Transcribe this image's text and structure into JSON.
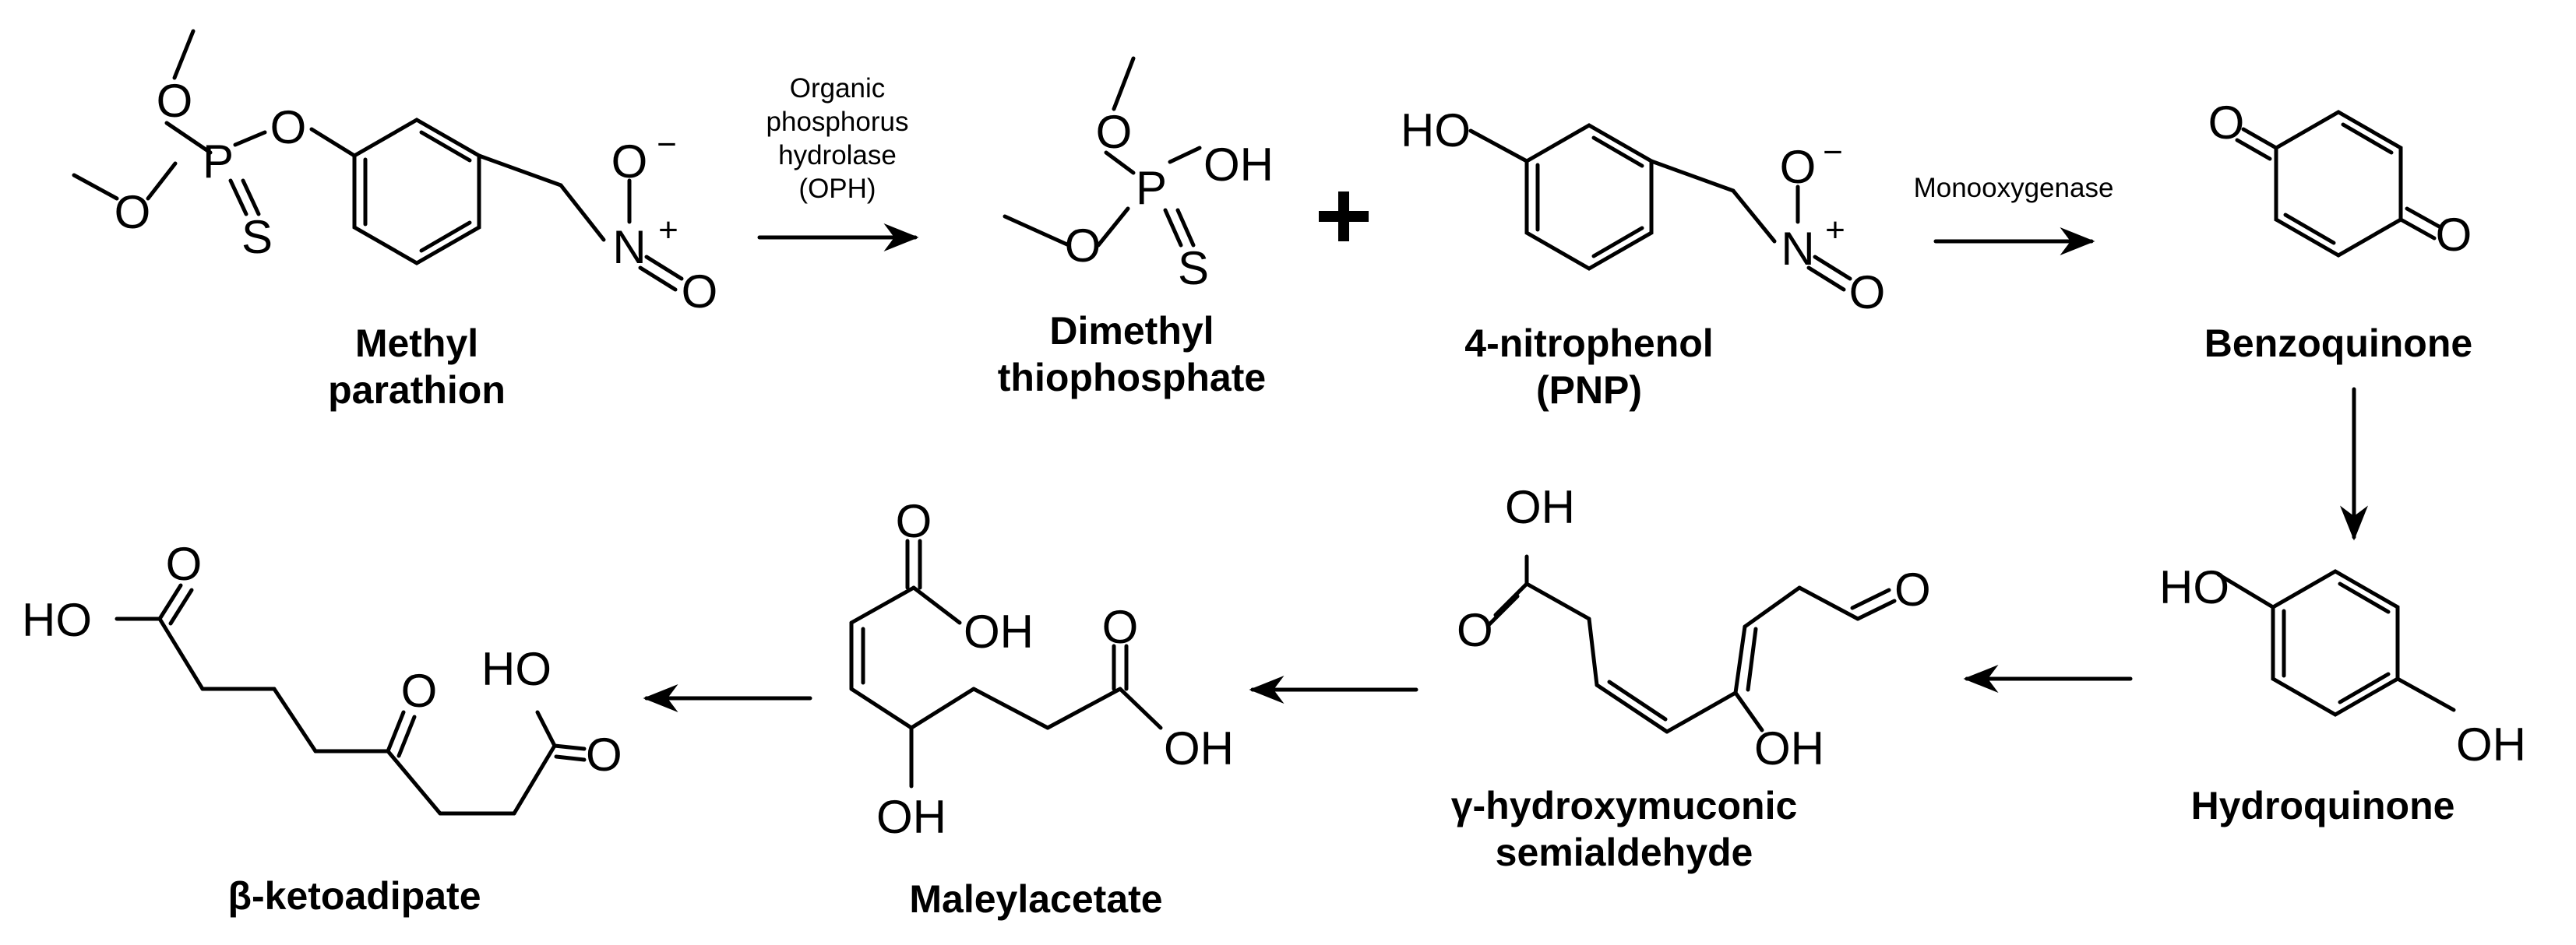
{
  "atoms": {
    "oxygen": "O",
    "phosphorus": "P",
    "sulfur": "S",
    "nitrogen": "N",
    "hydroxyl": "HO",
    "hydroxyl_right": "OH",
    "minus": "−",
    "plus": "+"
  },
  "compounds": {
    "methyl_parathion": {
      "line1": "Methyl",
      "line2": "parathion"
    },
    "dimethyl_thiophosphate": {
      "line1": "Dimethyl",
      "line2": "thiophosphate"
    },
    "pnp": {
      "line1": "4-nitrophenol",
      "line2": "(PNP)"
    },
    "benzoquinone": {
      "line1": "Benzoquinone"
    },
    "hydroquinone": {
      "line1": "Hydroquinone"
    },
    "semialdehyde": {
      "line1": "γ-hydroxymuconic",
      "line2": "semialdehyde"
    },
    "maleylacetate": {
      "line1": "Maleylacetate"
    },
    "ketoadipate": {
      "line1": "β-ketoadipate"
    }
  },
  "enzymes": {
    "oph": [
      "Organic",
      "phosphorus",
      "hydrolase",
      "(OPH)"
    ],
    "monooxygenase": "Monooxygenase"
  },
  "symbols": {
    "plus_sign": "+"
  }
}
